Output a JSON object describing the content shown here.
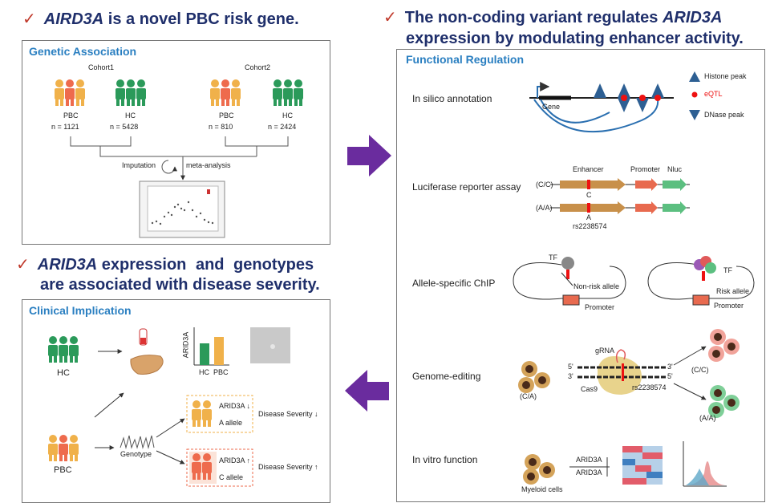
{
  "headlines": {
    "h1_gene": "AIRD3A",
    "h1_rest": "is a novel PBC risk gene.",
    "h2_line1_a": "The non-coding variant regulates",
    "h2_line1_gene": "ARID3A",
    "h2_line2": "expression by modulating enhancer activity.",
    "h3_gene": "ARID3A",
    "h3_line1_rest": "expression and genotypes",
    "h3_line2": "are associated with disease severity."
  },
  "genetic": {
    "title": "Genetic Association",
    "cohort1": "Cohort1",
    "cohort2": "Cohort2",
    "c1_pbc": "PBC",
    "c1_pbc_n": "n = 1121",
    "c1_hc": "HC",
    "c1_hc_n": "n = 5428",
    "c2_pbc": "PBC",
    "c2_pbc_n": "n = 810",
    "c2_hc": "HC",
    "c2_hc_n": "n = 2424",
    "imputation": "Imputation",
    "meta": "meta-analysis"
  },
  "clinical": {
    "title": "Clinical Implication",
    "hc": "HC",
    "pbc": "PBC",
    "axis_ylabel": "ARID3A",
    "bar_hc": "HC",
    "bar_pbc": "PBC",
    "genotype": "Genotype",
    "arid_a": "ARID3A",
    "allele_a": "A allele",
    "arid_c": "ARID3A",
    "allele_c": "C allele",
    "sev_down": "Disease Severity",
    "sev_up": "Disease Severity",
    "arrow_down": "↓",
    "arrow_up": "↑"
  },
  "functional": {
    "title": "Functional Regulation",
    "row1": "In silico annotation",
    "row2": "Luciferase reporter assay",
    "row3": "Allele-specific ChIP",
    "row4": "Genome-editing",
    "row5": "In vitro function",
    "gene": "Gene",
    "legend_histone": "Histone peak",
    "legend_eqtl": "eQTL",
    "legend_dnase": "DNase peak",
    "enhancer": "Enhancer",
    "promoter": "Promoter",
    "nluc": "Nluc",
    "cc": "(C/C)",
    "aa": "(A/A)",
    "allele_c": "C",
    "allele_a": "A",
    "rs": "rs2238574",
    "tf1": "TF",
    "tf2": "TF",
    "nonrisk": "Non-risk allele",
    "risk": "Risk allele",
    "promoter2": "Promoter",
    "promoter3": "Promoter",
    "ca": "(C/A)",
    "grna": "gRNA",
    "cas9": "Cas9",
    "rs2": "rs2238574",
    "five1": "5'",
    "three1": "3'",
    "three2": "3'",
    "five2": "5'",
    "cc2": "(C/C)",
    "aa2": "(A/A)",
    "arid_up": "ARID3A",
    "arid_down": "ARID3A",
    "myeloid": "Myeloid cells"
  },
  "colors": {
    "headline": "#1f2f6b",
    "check": "#c0392b",
    "title_blue": "#2a7fc1",
    "pbc_orange": "#f0b14a",
    "pbc_red": "#ee6b4d",
    "hc_green": "#2b9a5a",
    "arrow_purple": "#6a2c9e",
    "enhancer_brown": "#c8904a",
    "promoter_salmon": "#e86a4f",
    "nluc_green": "#5cbf80"
  }
}
